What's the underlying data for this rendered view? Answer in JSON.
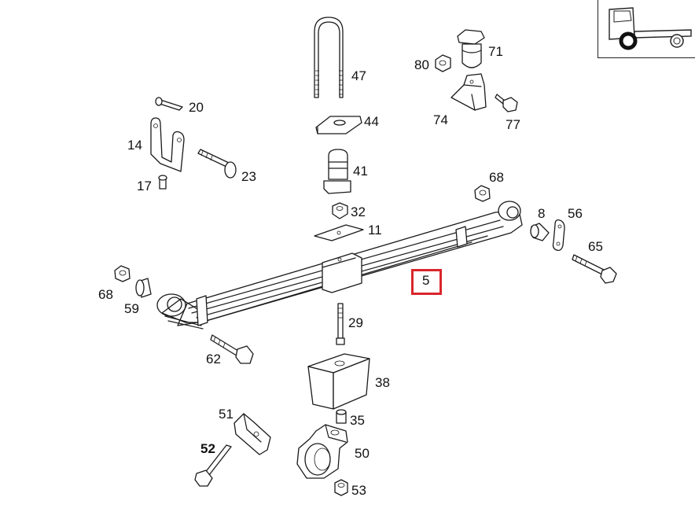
{
  "selected_part": "5",
  "labels": {
    "p5": "5",
    "p8": "8",
    "p11": "11",
    "p14": "14",
    "p17": "17",
    "p20": "20",
    "p23": "23",
    "p29": "29",
    "p32": "32",
    "p35": "35",
    "p38": "38",
    "p41": "41",
    "p44": "44",
    "p47": "47",
    "p50": "50",
    "p51": "51",
    "p52": "52",
    "p53": "53",
    "p56": "56",
    "p59": "59",
    "p62": "62",
    "p65": "65",
    "p68_left": "68",
    "p68_right": "68",
    "p71": "71",
    "p74": "74",
    "p77": "77",
    "p80": "80"
  },
  "colors": {
    "highlight": "#d9262b",
    "ink": "#1a1a1a"
  },
  "thumbnail_icon": "truck-side-icon"
}
